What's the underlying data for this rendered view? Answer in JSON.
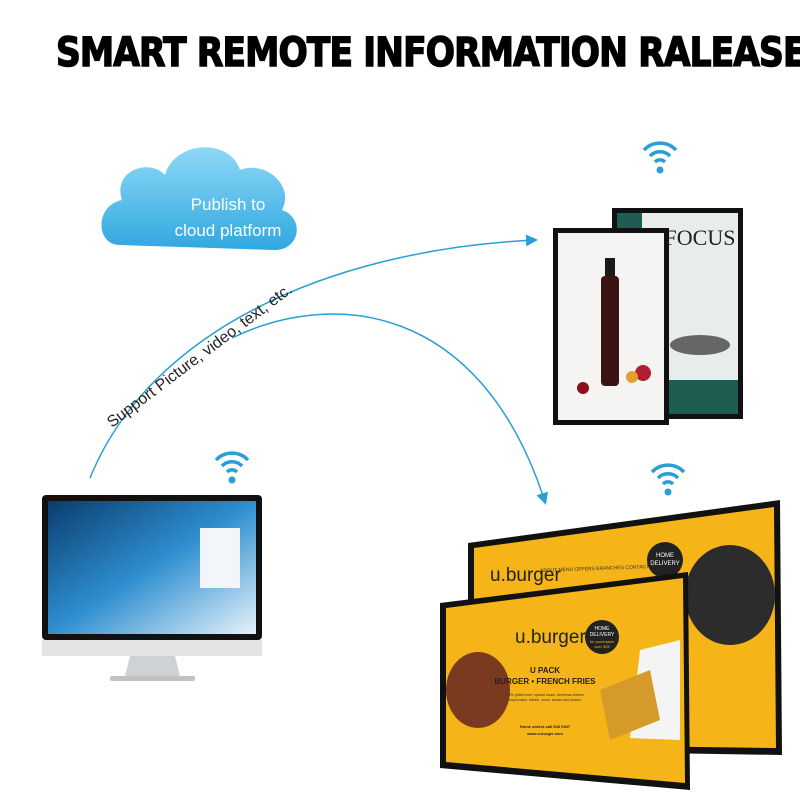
{
  "title": "SMART REMOTE INFORMATION RALEASE",
  "cloud": {
    "line1": "Publish to",
    "line2": "cloud platform"
  },
  "curve_label": "Support Picture, video, text, etc.",
  "vertical_screen": {
    "brand": "FOCUS"
  },
  "landscape_back": {
    "brand": "u.burger",
    "nav": "ABOUT   MENU   OFFERS   BRANCHES   CONTACT",
    "badge1": "HOME",
    "badge2": "DELIVERY"
  },
  "landscape_front": {
    "brand": "u.burger",
    "badge1": "HOME",
    "badge2": "DELIVERY",
    "badge3": "for purchases",
    "badge4": "over $25",
    "headline1": "U PACK",
    "headline2": "BURGER • FRENCH FRIES",
    "desc1": "100% grilled beef, special sauce, American cheese,",
    "desc2": "mayonnaise, lettuce, onion, tomato and pickles.",
    "contact1": "Home orders call 543 0947",
    "contact2": "www.u.burger.com"
  },
  "colors": {
    "accent": "#2a9fd6",
    "burger_yellow": "#f5b417",
    "focus_green": "#1f5c52"
  }
}
